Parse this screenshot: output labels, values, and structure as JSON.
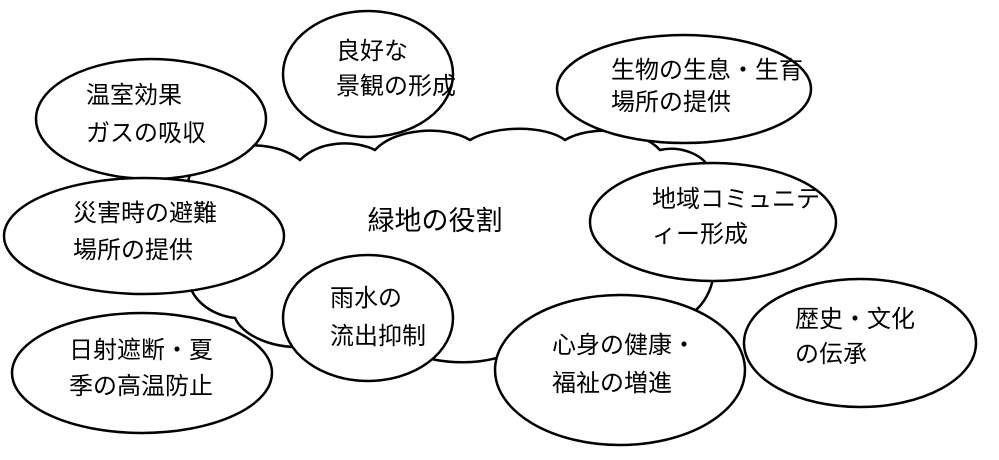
{
  "diagram": {
    "center": {
      "label": "緑地の役割"
    },
    "bubbles": [
      {
        "id": "landscape",
        "lines": [
          "良好な",
          "景観の形成"
        ]
      },
      {
        "id": "habitat",
        "lines": [
          "生物の生息・生育",
          "場所の提供"
        ]
      },
      {
        "id": "greenhouse",
        "lines": [
          "温室効果",
          "ガスの吸収"
        ]
      },
      {
        "id": "community",
        "lines": [
          "地域コミュニテ",
          "ィー形成"
        ]
      },
      {
        "id": "disaster",
        "lines": [
          "災害時の避難",
          "場所の提供"
        ]
      },
      {
        "id": "history",
        "lines": [
          "歴史・文化",
          "の伝承"
        ]
      },
      {
        "id": "rainwater",
        "lines": [
          "雨水の",
          "流出抑制"
        ]
      },
      {
        "id": "health",
        "lines": [
          "心身の健康・",
          "福祉の増進"
        ]
      },
      {
        "id": "heat",
        "lines": [
          "日射遮断・夏",
          "季の高温防止"
        ]
      }
    ]
  }
}
